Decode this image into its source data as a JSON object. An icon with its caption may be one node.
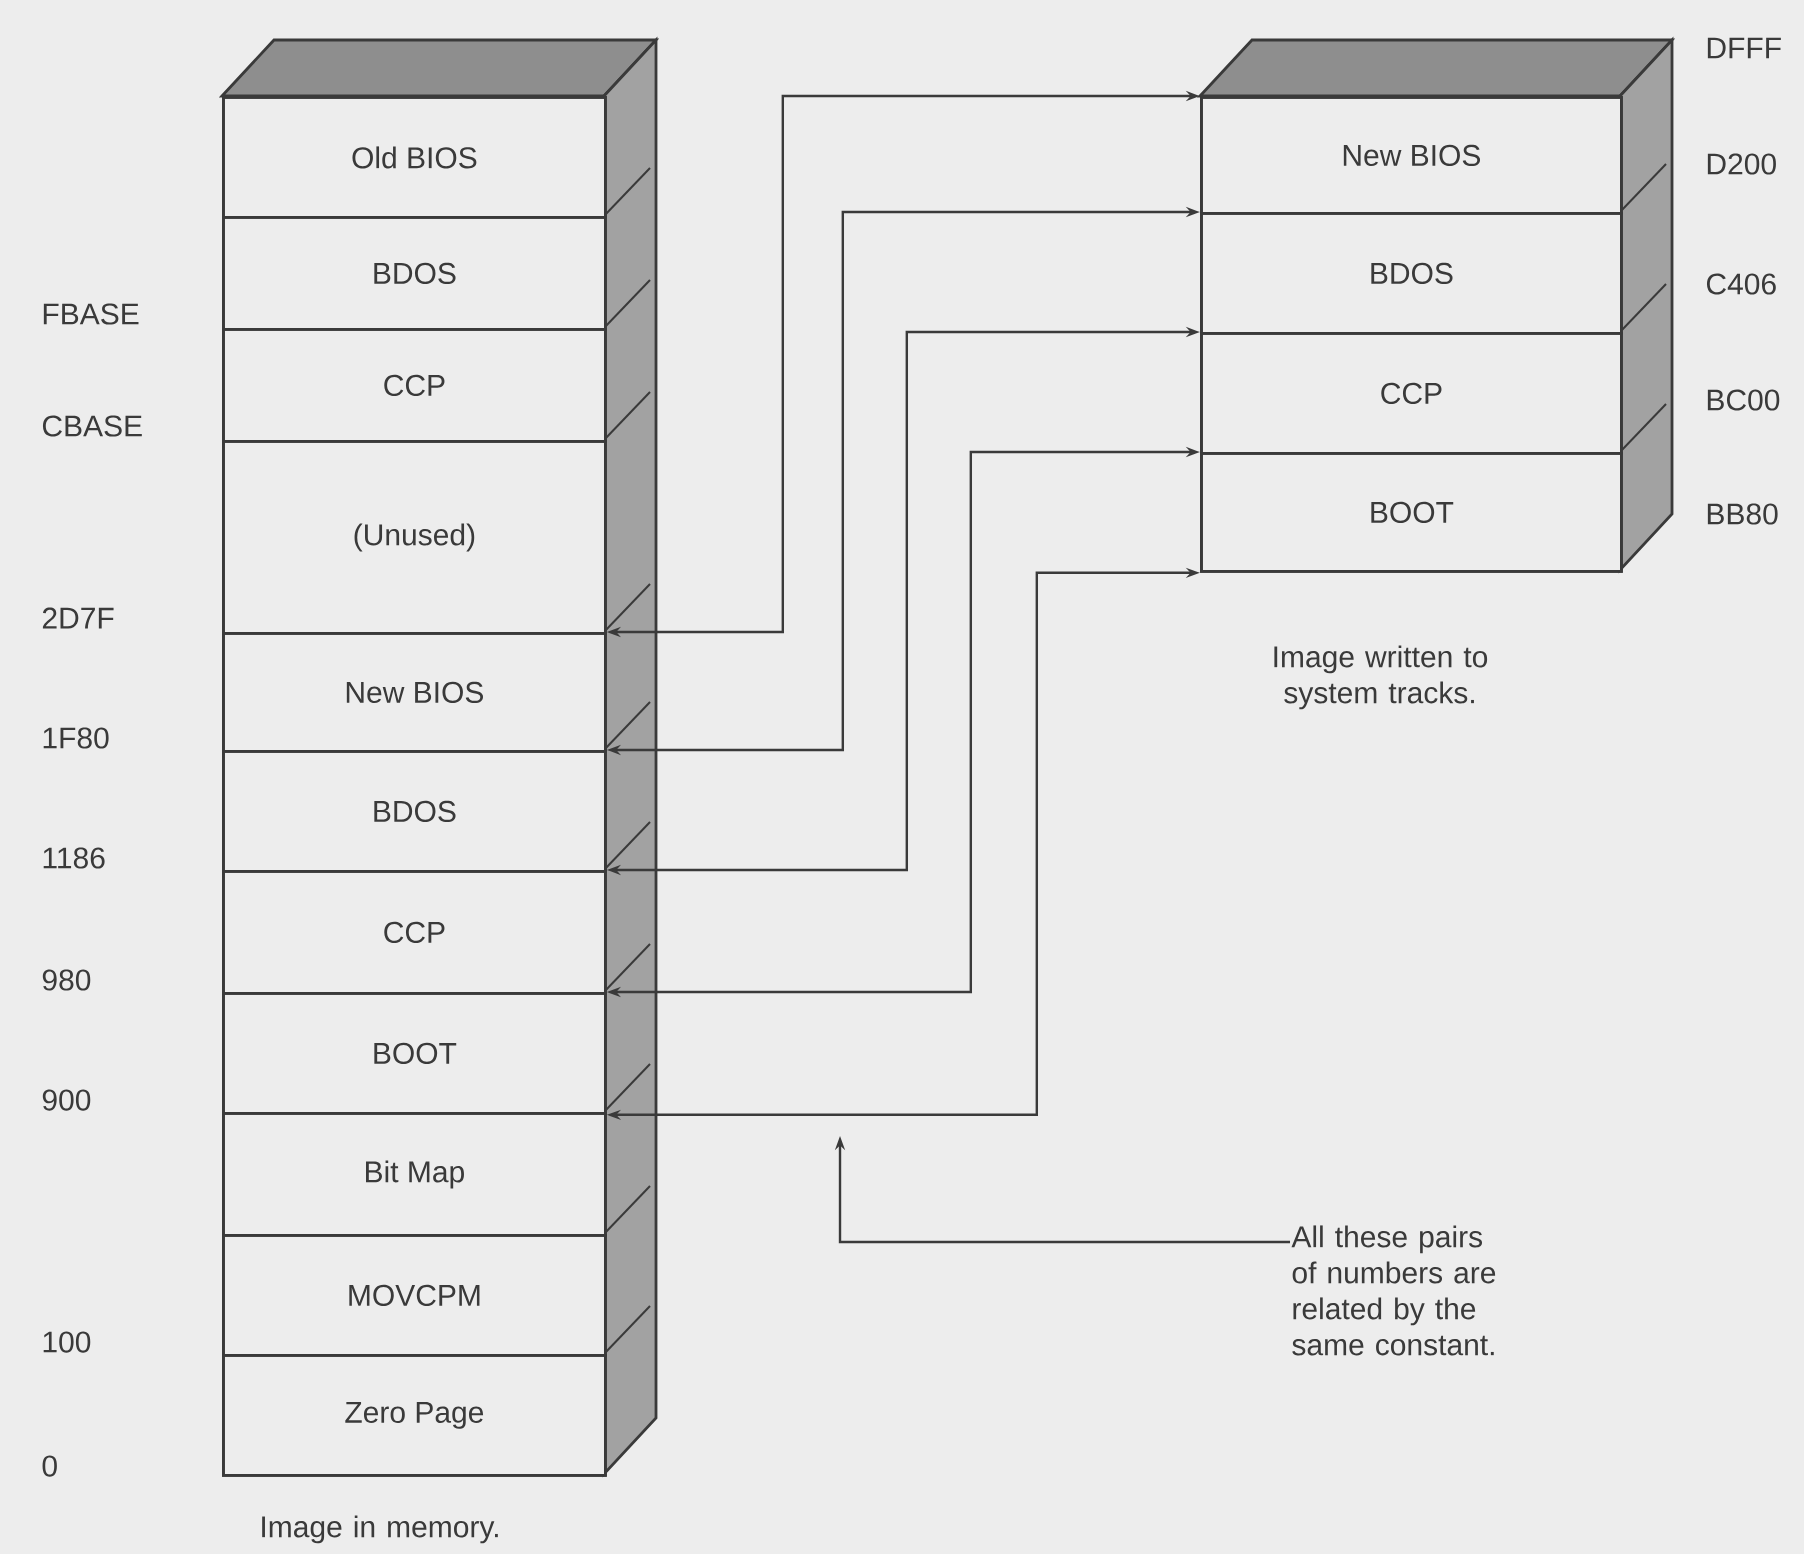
{
  "diagram": {
    "nodes": [
      {
        "text": [],
        "shape": "box",
        "beside": [
          "Image in memory."
        ]
      },
      {
        "text": [
          "Old BIOS"
        ],
        "in": 0
      },
      {
        "text": [
          "BDOS"
        ],
        "in": 0
      },
      {
        "text": [
          "CCP"
        ],
        "in": 0
      },
      {
        "text": [
          "(Unused)"
        ],
        "in": 0
      },
      {
        "text": [
          "New BIOS"
        ],
        "in": 0
      },
      {
        "text": [
          "BDOS"
        ],
        "in": 0
      },
      {
        "text": [
          "CCP"
        ],
        "in": 0
      },
      {
        "text": [
          "BOOT"
        ],
        "in": 0
      },
      {
        "text": [
          "Bit Map"
        ],
        "in": 0
      },
      {
        "text": [
          "MOVCPM"
        ],
        "in": 0
      },
      {
        "text": [
          "Zero Page"
        ],
        "in": 0
      },
      {
        "text": [],
        "shape": "box",
        "beside": [
          "Image written to system tracks."
        ]
      },
      {
        "text": [
          "New BIOS"
        ],
        "in": 12
      },
      {
        "text": [
          "BDOS"
        ],
        "in": 12
      },
      {
        "text": [
          "CCP"
        ],
        "in": 12
      },
      {
        "text": [
          "BOOT"
        ],
        "in": 12
      },
      {
        "text": [
          "All these pairs of numbers are related by the same constant."
        ]
      }
    ],
    "edges": [
      {
        "from": 5,
        "to": 13,
        "arrow": "both"
      },
      {
        "from": 6,
        "to": 14,
        "arrow": "both"
      },
      {
        "from": 7,
        "to": 15,
        "arrow": "both"
      },
      {
        "from": 8,
        "to": 16,
        "arrow": "both"
      },
      {
        "from": 8,
        "to": 16,
        "arrow": "both"
      },
      {
        "from": 17,
        "to": null,
        "arrow": "to"
      }
    ],
    "labels": [
      "DFFF",
      "D200",
      "C406",
      "FBASE",
      "BC00",
      "CBASE",
      "BB80",
      "2D7F",
      "1F80",
      "1186",
      "980",
      "900",
      "100",
      "0"
    ]
  }
}
